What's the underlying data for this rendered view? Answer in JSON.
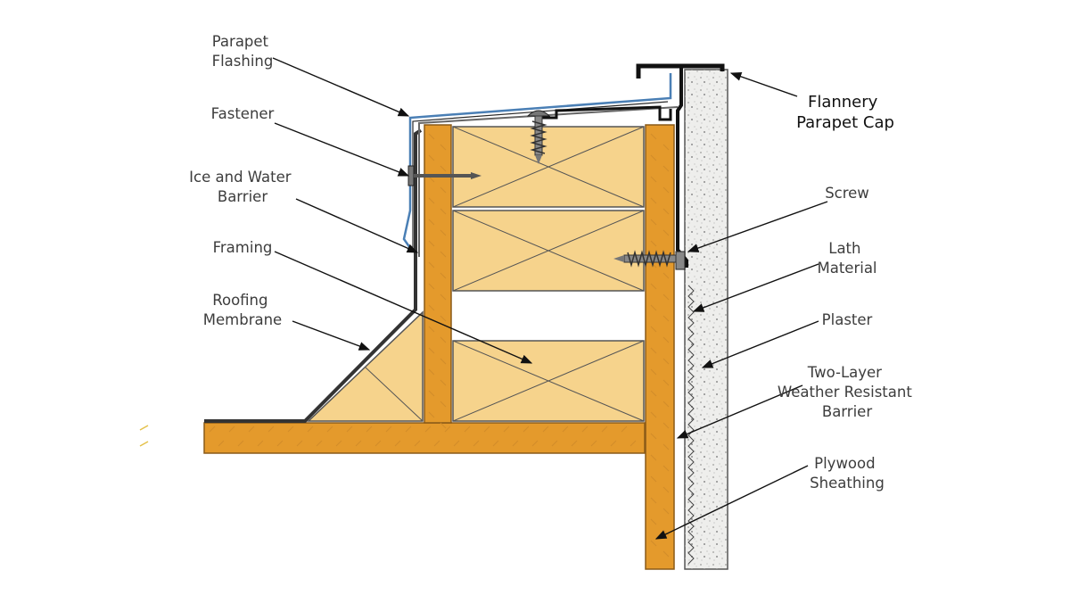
{
  "labels": {
    "parapet_flashing": [
      "Parapet",
      "Flashing"
    ],
    "fastener": [
      "Fastener"
    ],
    "ice_water_barrier": [
      "Ice and Water",
      "Barrier"
    ],
    "framing": [
      "Framing"
    ],
    "roofing_membrane": [
      "Roofing",
      "Membrane"
    ],
    "flannery_parapet_cap": [
      "Flannery",
      "Parapet Cap"
    ],
    "screw": [
      "Screw"
    ],
    "lath_material": [
      "Lath",
      "Material"
    ],
    "plaster": [
      "Plaster"
    ],
    "two_layer_wrb": [
      "Two-Layer",
      "Weather Resistant",
      "Barrier"
    ],
    "plywood_sheathing": [
      "Plywood",
      "Sheathing"
    ]
  },
  "colors": {
    "wood_fill": "#f6d38c",
    "plywood_fill": "#e49a2c",
    "plaster_fill": "#eeeeec",
    "flashing_blue": "#4a7fb5",
    "cap_black": "#111111",
    "membrane_gray": "#555555"
  }
}
